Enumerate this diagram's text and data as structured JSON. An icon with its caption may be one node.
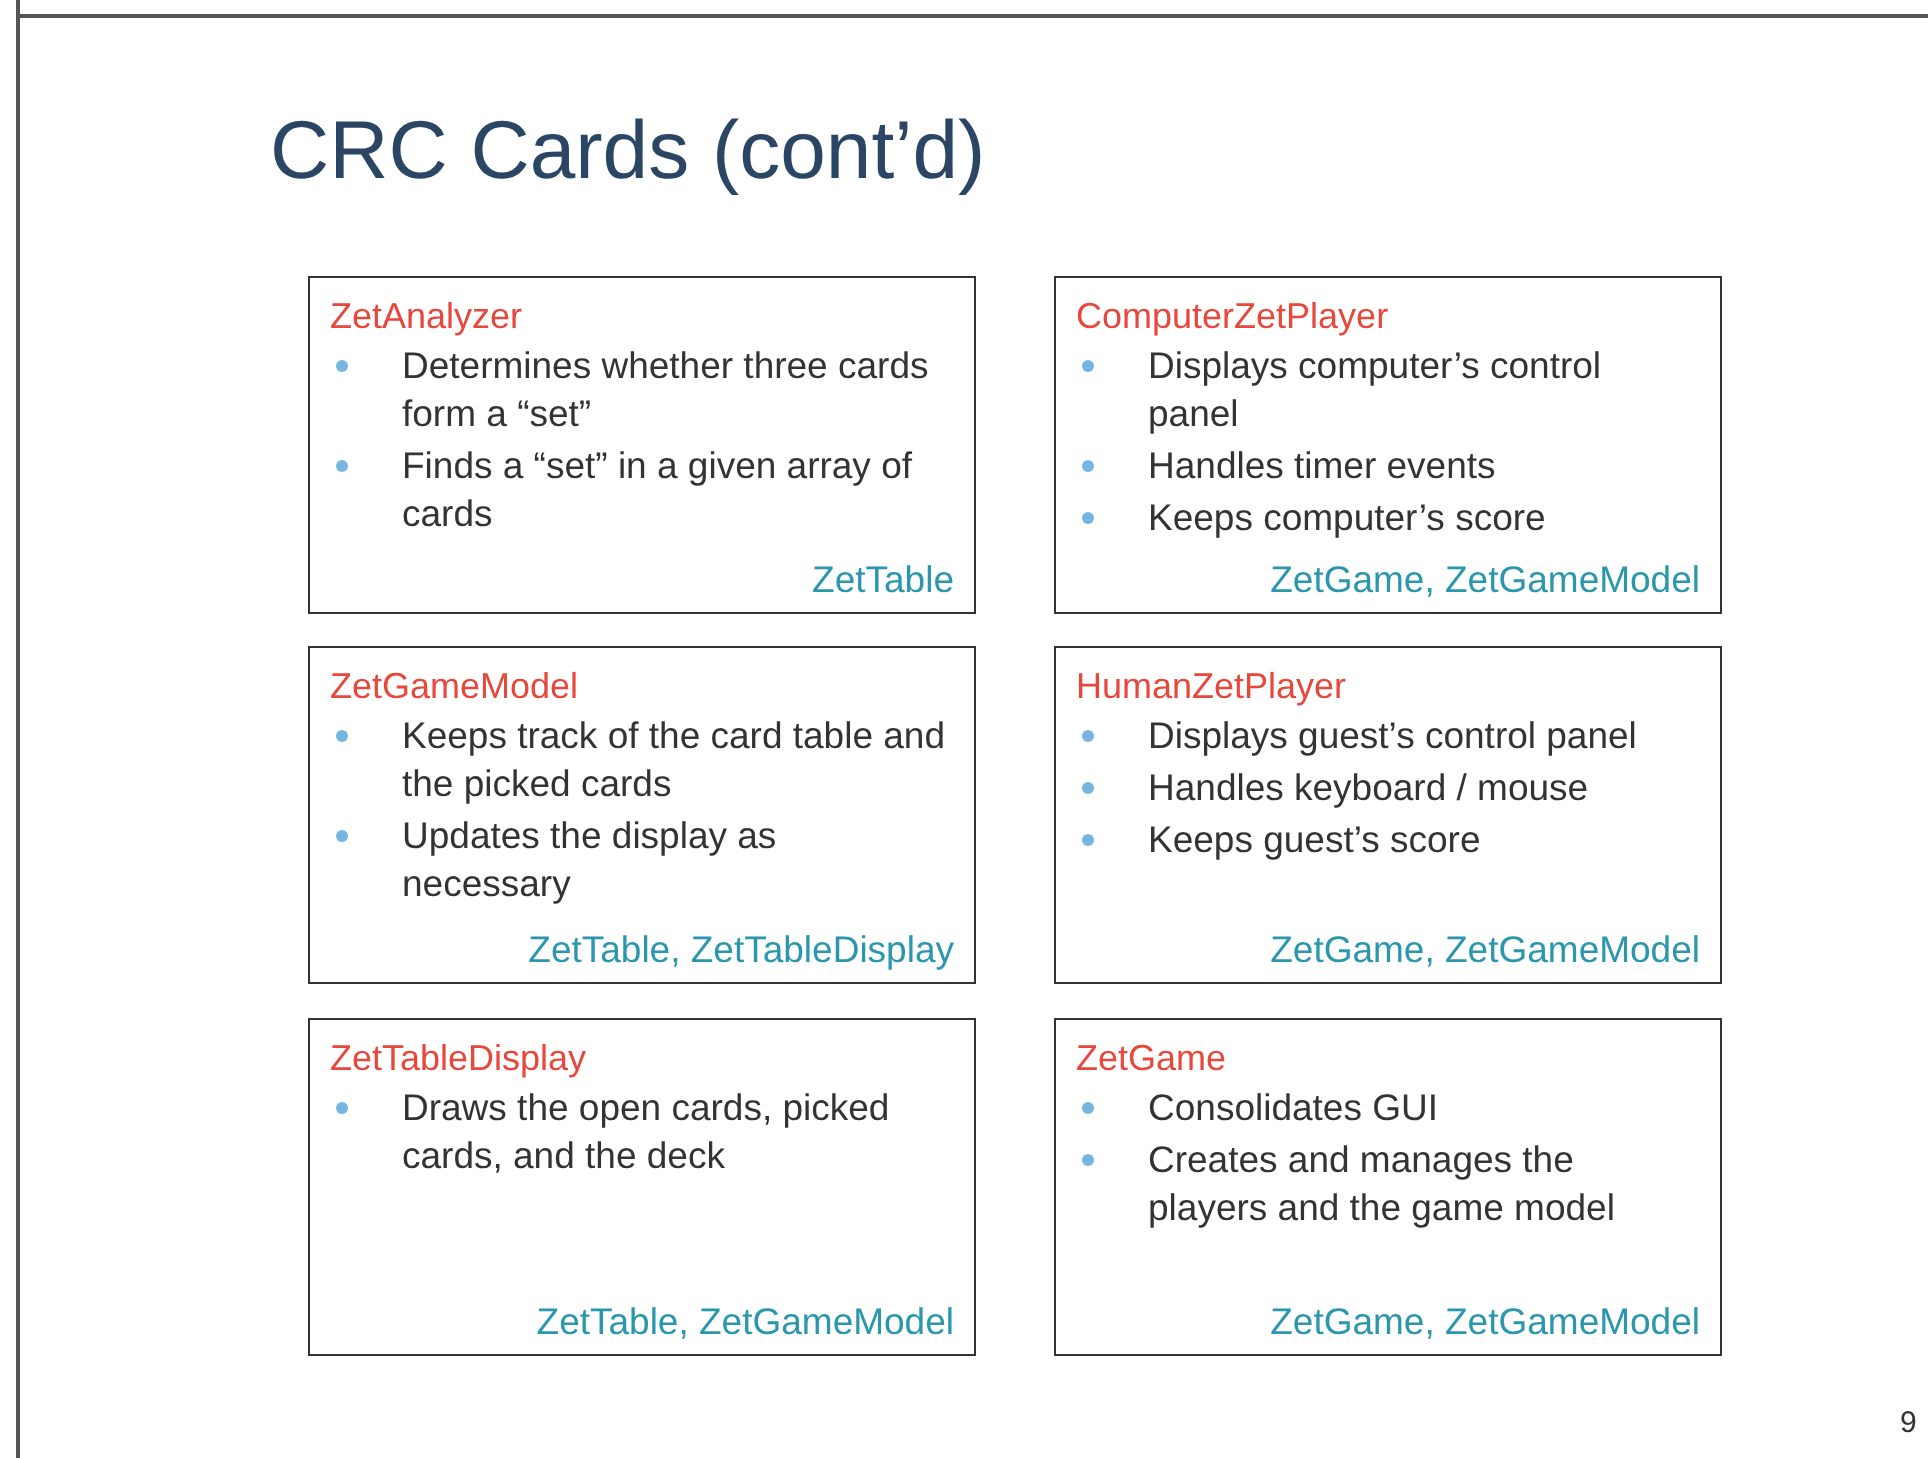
{
  "diagram": {
    "title": "CRC Cards (cont’d)",
    "nodes": [
      {
        "text": [
          "ZetAnalyzer",
          "Determines whether three cards form a “set”",
          "Finds a “set” in a given array of cards",
          "ZetTable"
        ]
      },
      {
        "text": [
          "ComputerZetPlayer",
          "Displays computer’s control panel",
          "Handles timer events",
          "Keeps computer’s score",
          "ZetGame, ZetGameModel"
        ]
      },
      {
        "text": [
          "ZetGameModel",
          "Keeps track of the card table and the picked cards",
          "Updates the display as necessary",
          "ZetTable, ZetTableDisplay"
        ]
      },
      {
        "text": [
          "HumanZetPlayer",
          "Displays guest’s control panel",
          "Handles keyboard / mouse",
          "Keeps guest’s score",
          "ZetGame, ZetGameModel"
        ]
      },
      {
        "text": [
          "ZetTableDisplay",
          "Draws the open cards, picked cards, and the deck",
          "ZetTable, ZetGameModel"
        ]
      },
      {
        "text": [
          "ZetGame",
          "Consolidates GUI",
          "Creates and manages the players and the game model",
          "ZetGame, ZetGameModel"
        ]
      }
    ],
    "labels": [
      "9"
    ]
  }
}
